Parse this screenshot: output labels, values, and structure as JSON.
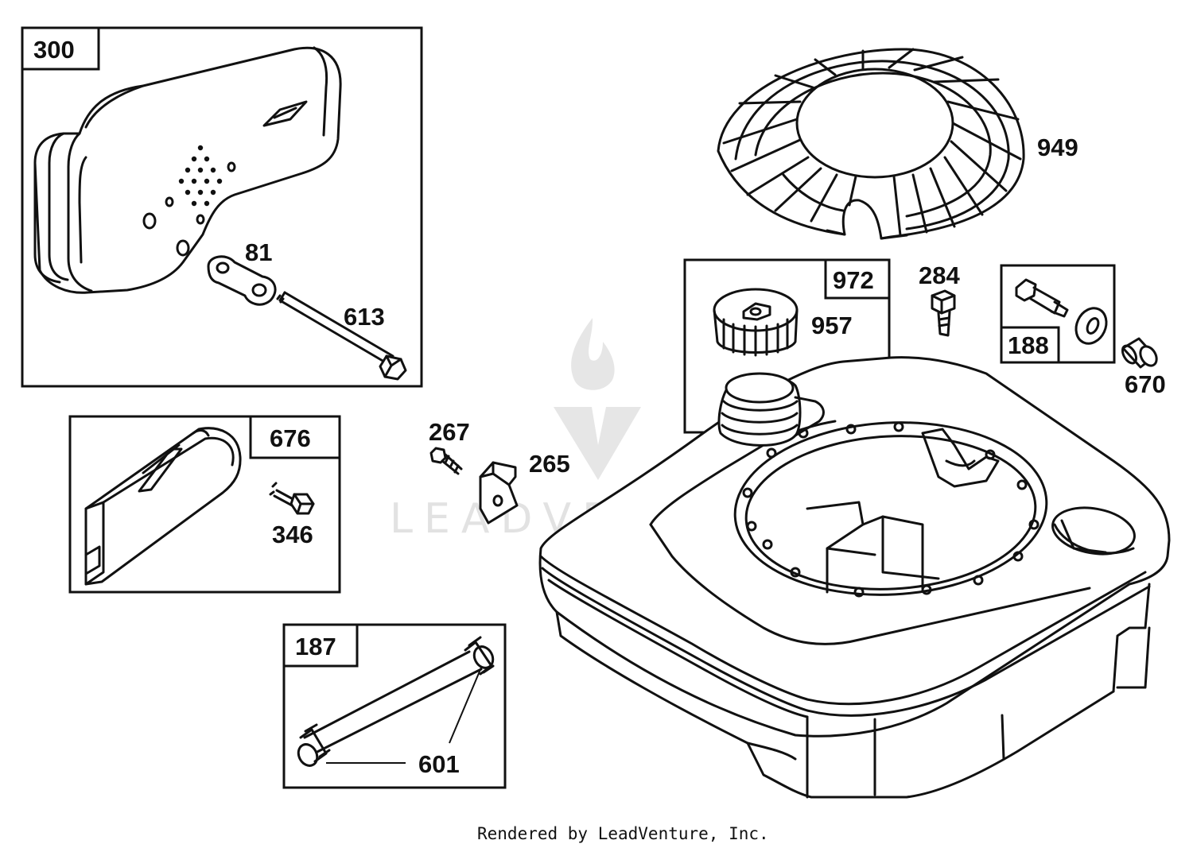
{
  "diagram": {
    "group_boxes": {
      "box_300": "300",
      "box_676": "676",
      "box_187": "187",
      "box_972": "972",
      "box_188": "188"
    },
    "part_labels": {
      "p81": "81",
      "p613": "613",
      "p346": "346",
      "p601": "601",
      "p267": "267",
      "p265": "265",
      "p957": "957",
      "p284": "284",
      "p670": "670",
      "p949": "949"
    }
  },
  "watermark": {
    "text": "LEADVENTURE"
  },
  "footer": {
    "credit": "Rendered by LeadVenture, Inc."
  }
}
